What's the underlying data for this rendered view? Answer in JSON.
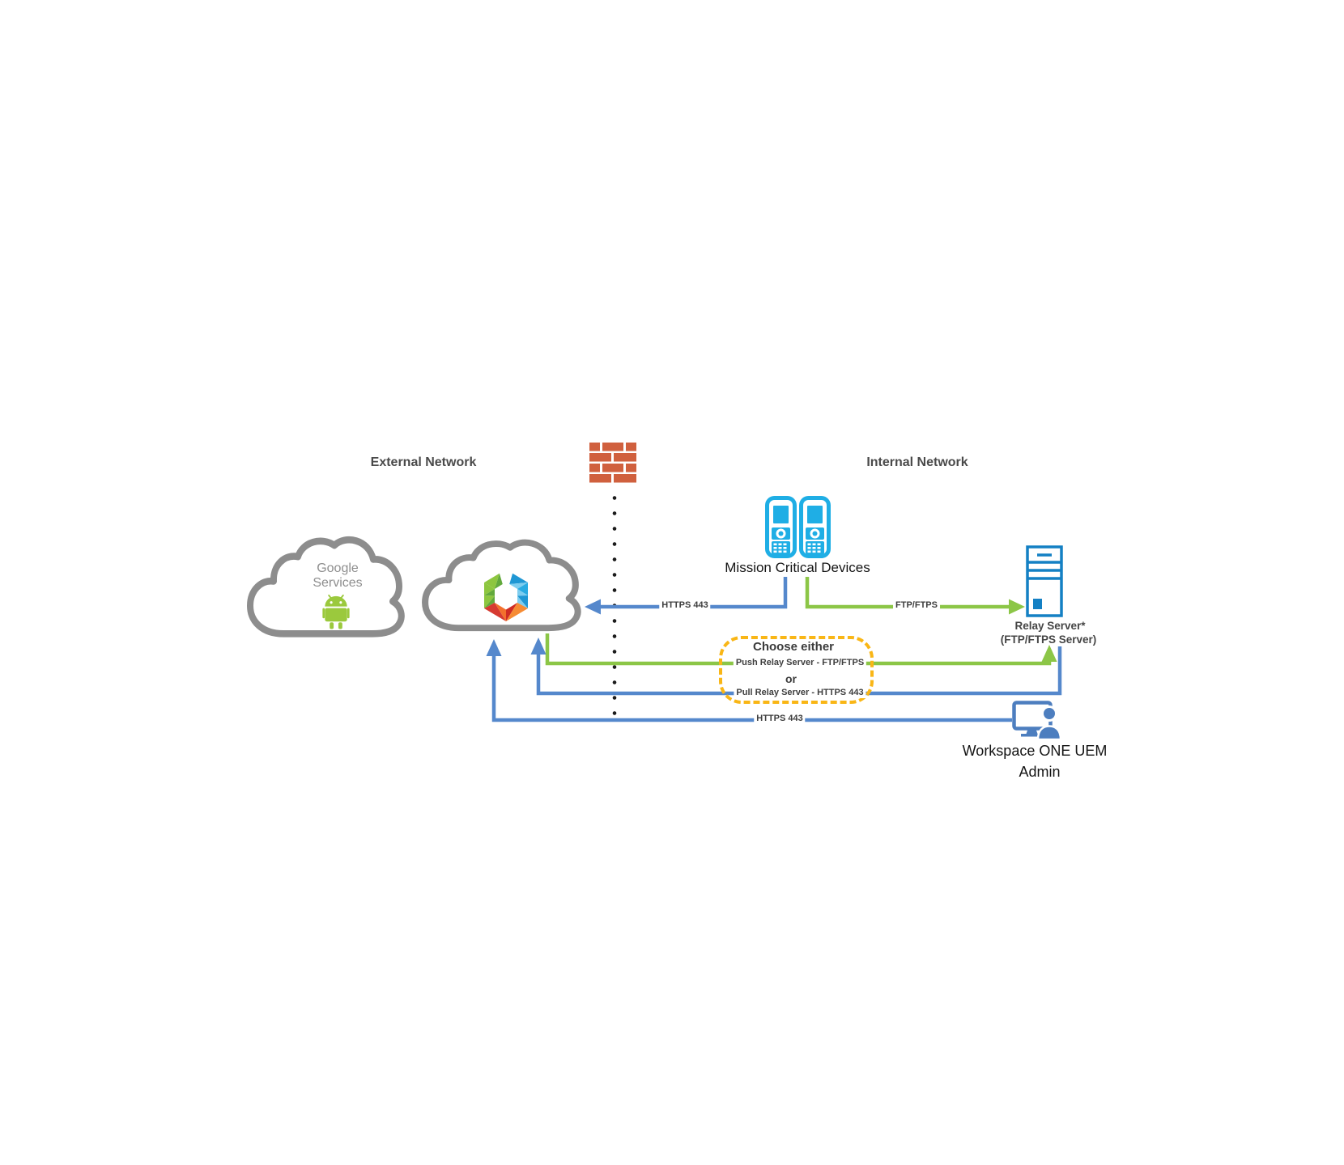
{
  "diagram": {
    "zones": {
      "external_network": "External Network",
      "internal_network": "Internal Network"
    },
    "nodes": {
      "google_cloud": {
        "line1": "Google",
        "line2": "Services",
        "icon": "android-icon"
      },
      "uem_cloud": {
        "icon": "workspace-one-hexagon-logo"
      },
      "firewall": {
        "icon": "firewall-brick-icon"
      },
      "mission_devices": {
        "label": "Mission Critical Devices",
        "icon": "rugged-handheld-icon",
        "count": 2
      },
      "relay_server": {
        "line1": "Relay Server*",
        "line2": "(FTP/FTPS Server)",
        "icon": "server-tower-icon"
      },
      "admin": {
        "line1": "Workspace ONE UEM",
        "line2": "Admin",
        "icon": "admin-workstation-icon"
      }
    },
    "connections": {
      "devices_to_uem": {
        "label": "HTTPS 443",
        "color": "#5588cc",
        "direction": "to-uem-cloud"
      },
      "devices_to_relay": {
        "label": "FTP/FTPS",
        "color": "#8cc647",
        "direction": "to-relay-server"
      },
      "uem_to_relay_push": {
        "label": "Push Relay Server - FTP/FTPS",
        "color": "#8cc647",
        "direction": "to-relay-server"
      },
      "relay_to_uem_pull": {
        "label": "Pull Relay Server - HTTPS 443",
        "color": "#5588cc",
        "direction": "to-uem-cloud"
      },
      "admin_to_uem": {
        "label": "HTTPS 443",
        "color": "#5588cc",
        "direction": "to-uem-cloud"
      }
    },
    "choice_box": {
      "title": "Choose either",
      "separator": "or"
    },
    "colors": {
      "arrow_blue": "#5588cc",
      "arrow_green": "#8cc647",
      "choice_dash_yellow": "#f9b616",
      "firewall_brick": "#d0603e",
      "cloud_outline_gray": "#8d8d8d",
      "device_cyan": "#1faee5",
      "server_blue": "#1480c4",
      "admin_blue": "#4d7ebf",
      "android_green": "#9bc93d",
      "dotted_divider": "#1c1c1c"
    }
  }
}
